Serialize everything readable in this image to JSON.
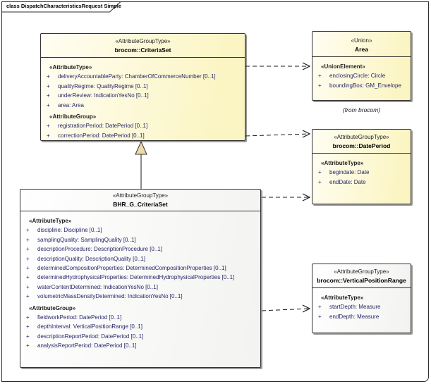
{
  "frame": {
    "title": "class DispatchCharacteristicsRequest Simple"
  },
  "colors": {
    "box_fill_yellow": "#fbf5c4",
    "box_fill_plain": "#fcfcfb",
    "box_border": "#343434",
    "attribute_text": "#26266a",
    "generalization_triangle_fill": "#f0d9a8",
    "connector_line": "#1a1a1a"
  },
  "criteriaSet": {
    "stereotype": "«AttributeGroupType»",
    "name": "brocom::CriteriaSet",
    "attr_header": "«AttributeType»",
    "attrs": [
      {
        "vis": "+",
        "text": "deliveryAccountableParty: ChamberOfCommerceNumber [0..1]"
      },
      {
        "vis": "+",
        "text": "qualityRegime: QualityRegime [0..1]"
      },
      {
        "vis": "+",
        "text": "underReview: IndicationYesNo [0..1]"
      },
      {
        "vis": "+",
        "text": "area: Area"
      }
    ],
    "group_header": "«AttributeGroup»",
    "groups": [
      {
        "vis": "+",
        "text": "registrationPeriod: DatePeriod [0..1]"
      },
      {
        "vis": "+",
        "text": "correctionPeriod: DatePeriod [0..1]"
      }
    ]
  },
  "area": {
    "stereotype": "«Union»",
    "name": "Area",
    "attr_header": "«UnionElement»",
    "attrs": [
      {
        "vis": "+",
        "text": "enclosingCircle: Circle"
      },
      {
        "vis": "+",
        "text": "boundingBox: GM_Envelope"
      }
    ]
  },
  "datePeriod": {
    "stereotype": "«AttributeGroupType»",
    "name": "brocom::DatePeriod",
    "attr_header": "«AttributeType»",
    "attrs": [
      {
        "vis": "+",
        "text": "begindate: Date"
      },
      {
        "vis": "+",
        "text": "endDate: Date"
      }
    ]
  },
  "bhr": {
    "stereotype": "«AttributeGroupType»",
    "name": "BHR_G_CriteriaSet",
    "attr_header": "«AttributeType»",
    "attrs": [
      {
        "vis": "+",
        "text": "discipline: Discipline [0..1]"
      },
      {
        "vis": "+",
        "text": "samplingQuality: SamplingQuality [0..1]"
      },
      {
        "vis": "+",
        "text": "descriptionProcedure: DescriptionProcedure [0..1]"
      },
      {
        "vis": "+",
        "text": "descriptionQuality: DescriptionQuality [0..1]"
      },
      {
        "vis": "+",
        "text": "determinedCompositionProperties: DeterminedCompositionProperties [0..1]"
      },
      {
        "vis": "+",
        "text": "determinedHydrophysicalProperties: DeterminedHydrophysicalProperties [0..1]"
      },
      {
        "vis": "+",
        "text": "waterContentDetermined: IndicationYesNo [0..1]"
      },
      {
        "vis": "+",
        "text": "volumetricMassDensityDetermined: IndicationYesNo [0..1]"
      }
    ],
    "group_header": "«AttributeGroup»",
    "groups": [
      {
        "vis": "+",
        "text": "fieldworkPeriod: DatePeriod [0..1]"
      },
      {
        "vis": "+",
        "text": "depthInterval: VerticalPositionRange [0..1]"
      },
      {
        "vis": "+",
        "text": "descriptionReportPeriod: DatePeriod [0..1]"
      },
      {
        "vis": "+",
        "text": "analysisReportPeriod: DatePeriod [0..1]"
      }
    ]
  },
  "vpr": {
    "stereotype": "«AttributeGroupType»",
    "name": "brocom::VerticalPositionRange",
    "attr_header": "«AttributeType»",
    "attrs": [
      {
        "vis": "+",
        "text": "startDepth: Measure"
      },
      {
        "vis": "+",
        "text": "endDepth: Measure"
      }
    ]
  },
  "captions": {
    "area_from": "(from brocom)"
  }
}
